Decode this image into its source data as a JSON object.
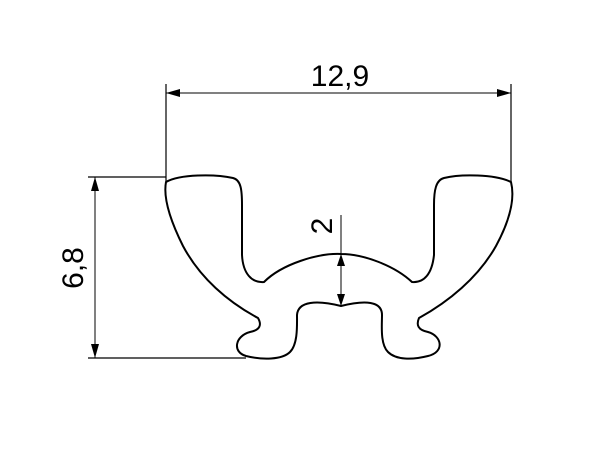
{
  "dimensions": {
    "width": "12,9",
    "height": "6,8",
    "web_thickness": "2"
  },
  "colors": {
    "line": "#000000",
    "background": "#ffffff"
  }
}
